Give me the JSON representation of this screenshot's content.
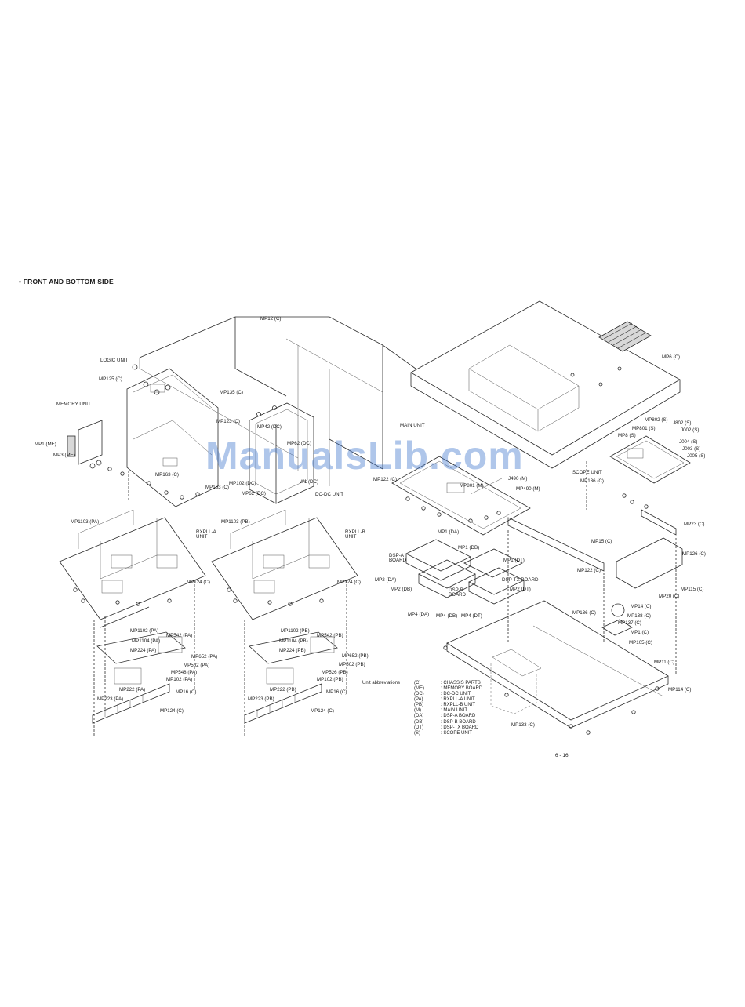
{
  "title": "• FRONT AND BOTTOM SIDE",
  "labels": {
    "logic_unit": "LOGIC UNIT",
    "mp125_c": "MP125 (C)",
    "memory_unit": "MEMORY UNIT",
    "mp1_me": "MP1 (ME)",
    "mp3_me": "MP3 (ME)",
    "mp163_c_a": "MP163 (C)",
    "mp163_c_b": "MP163 (C)",
    "mp12_c": "MP12 (C)",
    "mp135_c": "MP135 (C)",
    "mp123_c": "MP123 (C)",
    "mp42_dc": "MP42 (DC)",
    "mp62_dc_top": "MP62 (DC)",
    "mp102_dc": "MP102 (DC)",
    "w1_dc": "W1 (DC)",
    "mp62_dc_bot": "MP62 (DC)",
    "dcdc_unit": "DC-DC UNIT",
    "main_unit": "MAIN UNIT",
    "mp6_c": "MP6 (C)",
    "mp802_s": "MP802 (S)",
    "j802_s": "J802 (S)",
    "mp801_s": "MP801 (S)",
    "j002_s": "J002 (S)",
    "mp8_s": "MP8 (S)",
    "j004_s": "J004 (S)",
    "j003_s": "J003 (S)",
    "j005_s": "J005 (S)",
    "scope_unit": "SCOPE UNIT",
    "mp136_c": "MP136 (C)",
    "mp122_c_a": "MP122 (C)",
    "mp801_m": "MP801 (M)",
    "j490_m": "J490 (M)",
    "mp490_m": "MP490 (M)",
    "mp1_da": "MP1 (DA)",
    "mp1_db": "MP1 (DB)",
    "mp1_dt": "MP1 (DT)",
    "dspa_board": "DSP-A\nBOARD",
    "mp2_da": "MP2 (DA)",
    "mp2_db": "MP2 (DB)",
    "dsptx_board": "DSP-TX BOARD",
    "mp2_dt": "MP2 (DT)",
    "dspb_board": "DSP-B\nBOARD",
    "mp4_da": "MP4 (DA)",
    "mp4_db": "MP4 (DB)",
    "mp4_dt": "MP4 (DT)",
    "mp15_c": "MP15 (C)",
    "mp122_c_b": "MP122 (C)",
    "mp23_c": "MP23 (C)",
    "mp126_c": "MP126 (C)",
    "mp20_c": "MP20 (C)",
    "mp115_c": "MP115 (C)",
    "mp14_c": "MP14 (C)",
    "mp138_c": "MP138 (C)",
    "mp137_c": "MP137 (C)",
    "mp136_c_b": "MP136 (C)",
    "mp1_c": "MP1 (C)",
    "mp105_c": "MP105 (C)",
    "mp11_c": "MP11 (C)",
    "mp114_c": "MP114 (C)",
    "mp133_c": "MP133 (C)",
    "mp1103_pa": "MP1103 (PA)",
    "rxplla_unit": "RXPLL-A\nUNIT",
    "mp124_c_a": "MP124 (C)",
    "mp1102_pa": "MP1102 (PA)",
    "mp1104_pa": "MP1104 (PA)",
    "mp542_pa": "MP542 (PA)",
    "mp224_pa": "MP224 (PA)",
    "mp502_pa": "MP502 (PA)",
    "mp652_pa": "MP652 (PA)",
    "mp548_pa": "MP548 (PA)",
    "mp102_pa": "MP102 (PA)",
    "mp222_pa": "MP222 (PA)",
    "mp223_pa": "MP223 (PA)",
    "mp16_c_a": "MP16 (C)",
    "mp124_c_b": "MP124 (C)",
    "mp1103_pb": "MP1103 (PB)",
    "rxpllb_unit": "RXPLL-B\nUNIT",
    "mp124_c_c": "MP124 (C)",
    "mp1102_pb": "MP1102 (PB)",
    "mp542_pb": "MP542 (PB)",
    "mp1104_pb": "MP1104 (PB)",
    "mp224_pb": "MP224 (PB)",
    "mp652_pb": "MP652 (PB)",
    "mp502_pb": "MP502 (PB)",
    "mp526_pb": "MP526 (PB)",
    "mp102_pb": "MP102 (PB)",
    "mp222_pb": "MP222 (PB)",
    "mp223_pb": "MP223 (PB)",
    "mp16_c_b": "MP16 (C)",
    "mp124_c_d": "MP124 (C)"
  },
  "abbreviations": {
    "heading": "Unit abbreviations",
    "rows": [
      {
        "code": "(C)",
        "text": ": CHASSIS PARTS"
      },
      {
        "code": "(ME)",
        "text": ": MEMORY BOARD"
      },
      {
        "code": "(DC)",
        "text": ": DC-DC UNIT"
      },
      {
        "code": "(PA)",
        "text": ": RXPLL-A UNIT"
      },
      {
        "code": "(PB)",
        "text": ": RXPLL-B UNIT"
      },
      {
        "code": "(M)",
        "text": ": MAIN UNIT"
      },
      {
        "code": "(DA)",
        "text": ": DSP-A BOARD"
      },
      {
        "code": "(DB)",
        "text": ": DSP-B BOARD"
      },
      {
        "code": "(DT)",
        "text": ": DSP-TX BOARD"
      },
      {
        "code": "(S)",
        "text": ": SCOPE UNIT"
      }
    ]
  },
  "page_number": "6 - 16",
  "watermark": "ManualsLib.com"
}
